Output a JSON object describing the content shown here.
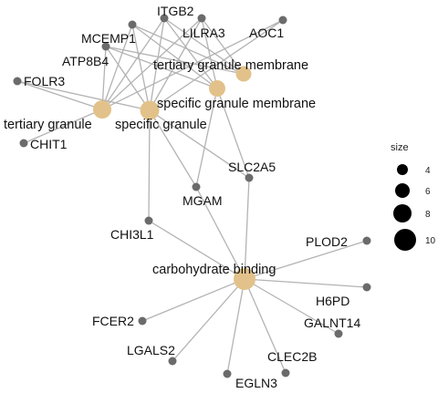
{
  "colors": {
    "term_fill": "#e2c28a",
    "gene_fill": "#6b6b6b",
    "edge": "#b3b3b3",
    "legend_dot": "#000000"
  },
  "nodes": [
    {
      "id": "tertiary_granule_membrane",
      "label": "tertiary granule membrane",
      "type": "term"
    },
    {
      "id": "specific_granule_membrane",
      "label": "specific granule membrane",
      "type": "term"
    },
    {
      "id": "tertiary_granule",
      "label": "tertiary granule",
      "type": "term"
    },
    {
      "id": "specific_granule",
      "label": "specific granule",
      "type": "term"
    },
    {
      "id": "carbohydrate_binding",
      "label": "carbohydrate binding",
      "type": "term"
    },
    {
      "id": "ITGB2",
      "label": "ITGB2",
      "type": "gene"
    },
    {
      "id": "LILRA3",
      "label": "LILRA3",
      "type": "gene"
    },
    {
      "id": "AOC1",
      "label": "AOC1",
      "type": "gene"
    },
    {
      "id": "MCEMP1",
      "label": "MCEMP1",
      "type": "gene"
    },
    {
      "id": "ATP8B4",
      "label": "ATP8B4",
      "type": "gene"
    },
    {
      "id": "FOLR3",
      "label": "FOLR3",
      "type": "gene"
    },
    {
      "id": "CHIT1",
      "label": "CHIT1",
      "type": "gene"
    },
    {
      "id": "SLC2A5",
      "label": "SLC2A5",
      "type": "gene"
    },
    {
      "id": "MGAM",
      "label": "MGAM",
      "type": "gene"
    },
    {
      "id": "CHI3L1",
      "label": "CHI3L1",
      "type": "gene"
    },
    {
      "id": "PLOD2",
      "label": "PLOD2",
      "type": "gene"
    },
    {
      "id": "H6PD",
      "label": "H6PD",
      "type": "gene"
    },
    {
      "id": "GALNT14",
      "label": "GALNT14",
      "type": "gene"
    },
    {
      "id": "FCER2",
      "label": "FCER2",
      "type": "gene"
    },
    {
      "id": "LGALS2",
      "label": "LGALS2",
      "type": "gene"
    },
    {
      "id": "CLEC2B",
      "label": "CLEC2B",
      "type": "gene"
    },
    {
      "id": "EGLN3",
      "label": "EGLN3",
      "type": "gene"
    }
  ],
  "edges": [
    [
      "tertiary_granule",
      "ITGB2"
    ],
    [
      "tertiary_granule",
      "LILRA3"
    ],
    [
      "tertiary_granule",
      "AOC1"
    ],
    [
      "tertiary_granule",
      "MCEMP1"
    ],
    [
      "tertiary_granule",
      "ATP8B4"
    ],
    [
      "tertiary_granule",
      "FOLR3"
    ],
    [
      "tertiary_granule",
      "CHIT1"
    ],
    [
      "specific_granule",
      "ITGB2"
    ],
    [
      "specific_granule",
      "LILRA3"
    ],
    [
      "specific_granule",
      "AOC1"
    ],
    [
      "specific_granule",
      "MCEMP1"
    ],
    [
      "specific_granule",
      "ATP8B4"
    ],
    [
      "specific_granule",
      "FOLR3"
    ],
    [
      "specific_granule",
      "CHI3L1"
    ],
    [
      "specific_granule",
      "MGAM"
    ],
    [
      "specific_granule",
      "SLC2A5"
    ],
    [
      "tertiary_granule_membrane",
      "ITGB2"
    ],
    [
      "tertiary_granule_membrane",
      "LILRA3"
    ],
    [
      "tertiary_granule_membrane",
      "MCEMP1"
    ],
    [
      "tertiary_granule_membrane",
      "ATP8B4"
    ],
    [
      "specific_granule_membrane",
      "ITGB2"
    ],
    [
      "specific_granule_membrane",
      "LILRA3"
    ],
    [
      "specific_granule_membrane",
      "MCEMP1"
    ],
    [
      "specific_granule_membrane",
      "ATP8B4"
    ],
    [
      "specific_granule_membrane",
      "MGAM"
    ],
    [
      "specific_granule_membrane",
      "SLC2A5"
    ],
    [
      "carbohydrate_binding",
      "CHI3L1"
    ],
    [
      "carbohydrate_binding",
      "MGAM"
    ],
    [
      "carbohydrate_binding",
      "SLC2A5"
    ],
    [
      "carbohydrate_binding",
      "PLOD2"
    ],
    [
      "carbohydrate_binding",
      "H6PD"
    ],
    [
      "carbohydrate_binding",
      "GALNT14"
    ],
    [
      "carbohydrate_binding",
      "FCER2"
    ],
    [
      "carbohydrate_binding",
      "LGALS2"
    ],
    [
      "carbohydrate_binding",
      "CLEC2B"
    ],
    [
      "carbohydrate_binding",
      "EGLN3"
    ]
  ],
  "legend": {
    "title": "size",
    "entries": [
      {
        "label": "4",
        "value": 4
      },
      {
        "label": "6",
        "value": 6
      },
      {
        "label": "8",
        "value": 8
      },
      {
        "label": "10",
        "value": 10
      }
    ]
  }
}
